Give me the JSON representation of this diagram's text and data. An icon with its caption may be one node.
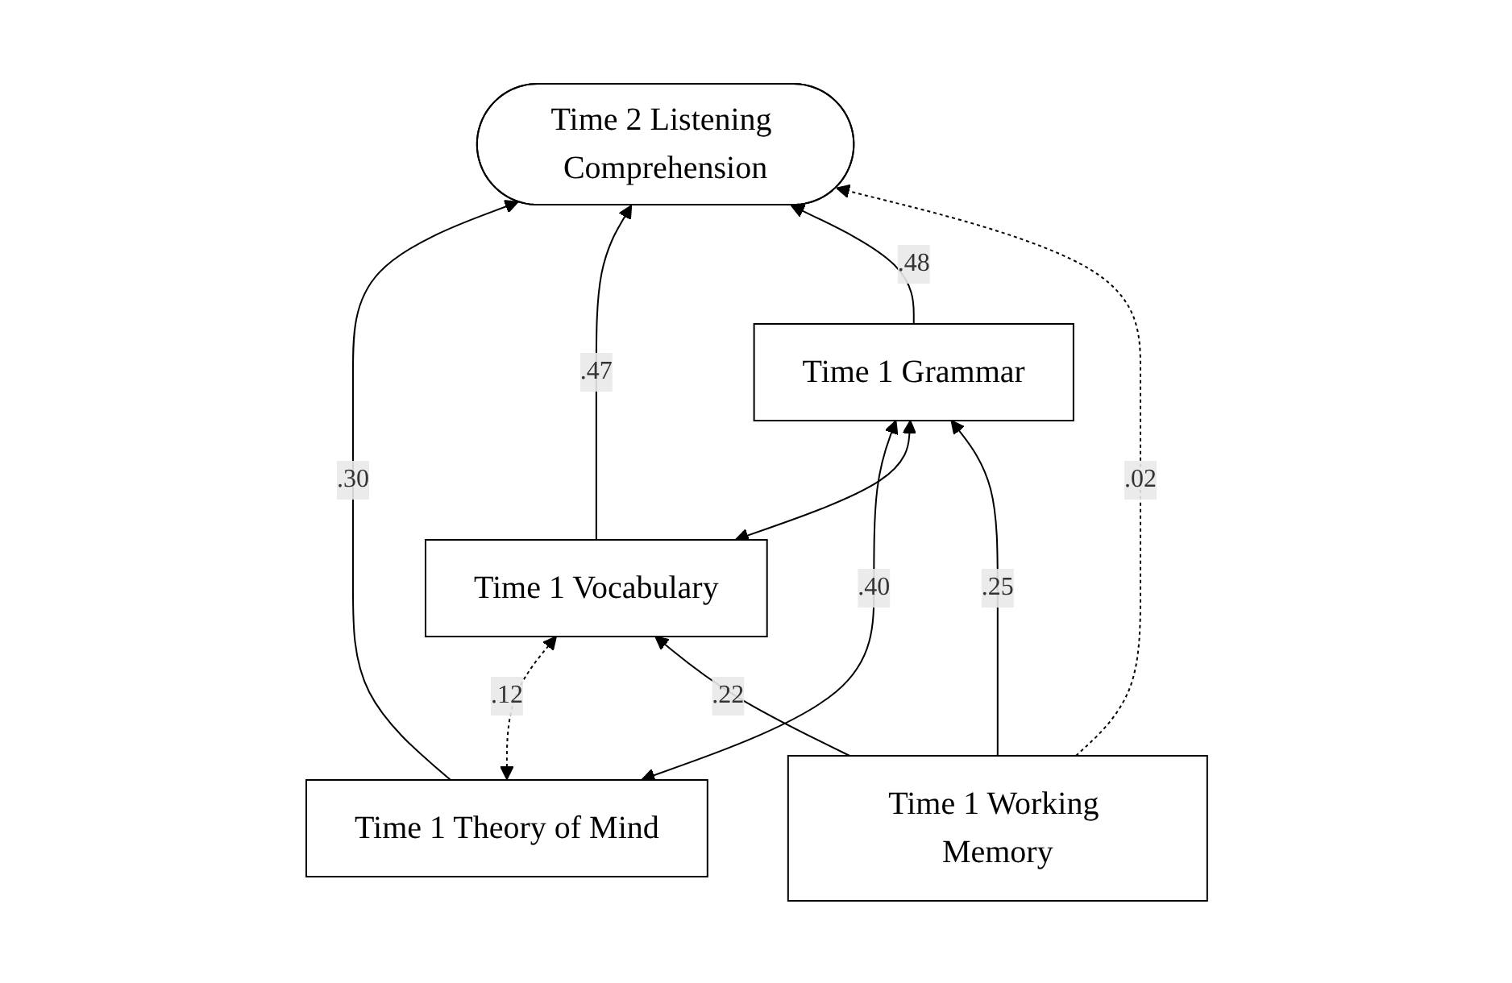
{
  "diagram": {
    "nodes": [
      {
        "text": [
          "Time 2 Listening Comprehension"
        ]
      },
      {
        "text": [
          "Time 1 Theory of Mind"
        ]
      },
      {
        "text": [
          "Time 1 Vocabulary"
        ]
      },
      {
        "text": [
          "Time 1 Grammar"
        ]
      },
      {
        "text": [
          "Time 1 Working Memory"
        ]
      }
    ],
    "edges": [
      {
        "from": 1,
        "to": 0,
        "arrow": "to",
        "label": ".30"
      },
      {
        "from": 2,
        "to": 0,
        "arrow": "to",
        "label": ".47"
      },
      {
        "from": 3,
        "to": 0,
        "arrow": "to",
        "label": ".48"
      },
      {
        "from": 4,
        "to": 0,
        "arrow": "to",
        "label": ".02",
        "style": "dashed"
      },
      {
        "from": 1,
        "to": 2,
        "arrow": "both",
        "label": ".12",
        "style": "dashed"
      },
      {
        "from": 1,
        "to": 3,
        "arrow": "both",
        "label": ".40"
      },
      {
        "from": 2,
        "to": 3,
        "arrow": "both"
      },
      {
        "from": 4,
        "to": 2,
        "arrow": "to",
        "label": ".22"
      },
      {
        "from": 4,
        "to": 3,
        "arrow": "to",
        "label": ".25"
      }
    ]
  }
}
